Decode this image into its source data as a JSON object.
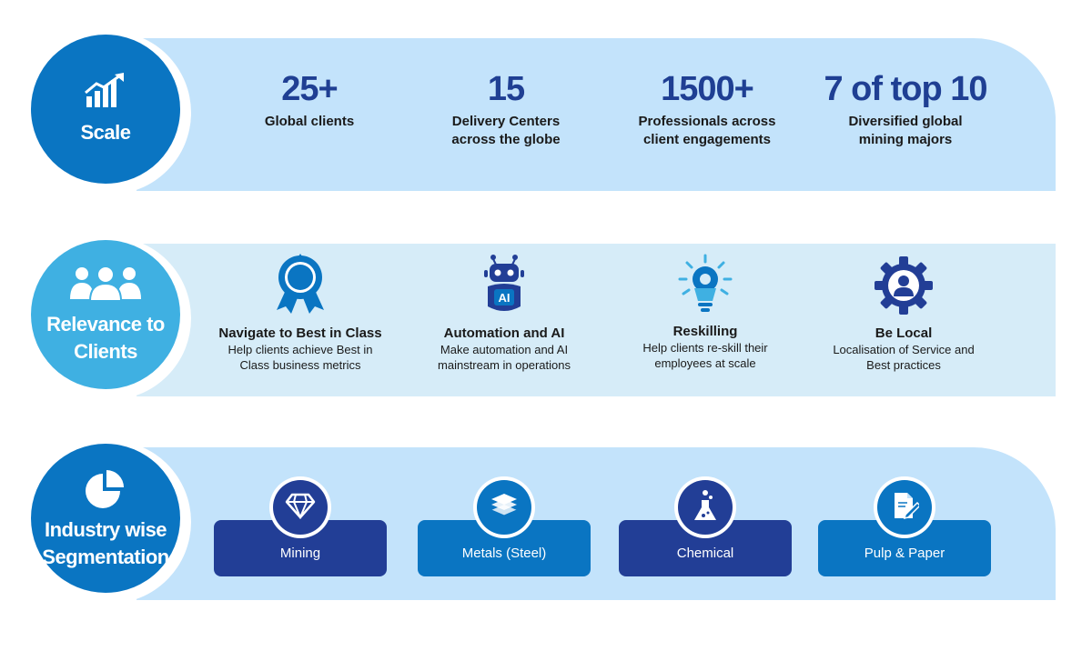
{
  "scale": {
    "title": "Scale",
    "icon": "growth-chart-icon",
    "stats": [
      {
        "value": "25+",
        "label_line1": "Global clients",
        "label_line2": ""
      },
      {
        "value": "15",
        "label_line1": "Delivery Centers",
        "label_line2": "across the globe"
      },
      {
        "value": "1500+",
        "label_line1": "Professionals across",
        "label_line2": "client engagements"
      },
      {
        "value": "7 of top 10",
        "label_line1": "Diversified global",
        "label_line2": "mining majors"
      }
    ]
  },
  "relevance": {
    "title_line1": "Relevance to",
    "title_line2": "Clients",
    "icon": "people-group-icon",
    "features": [
      {
        "icon": "award-ribbon-icon",
        "title": "Navigate to Best in Class",
        "desc_line1": "Help clients achieve Best in",
        "desc_line2": "Class business metrics"
      },
      {
        "icon": "robot-ai-icon",
        "title": "Automation and AI",
        "desc_line1": "Make automation and AI",
        "desc_line2": "mainstream in operations"
      },
      {
        "icon": "bulb-gear-icon",
        "title": "Reskilling",
        "desc_line1": "Help clients re-skill their",
        "desc_line2": "employees at scale"
      },
      {
        "icon": "person-gear-icon",
        "title": "Be Local",
        "desc_line1": "Localisation of Service and",
        "desc_line2": "Best practices"
      }
    ]
  },
  "industry": {
    "title_line1": "Industry wise",
    "title_line2": "Segmentation",
    "icon": "pie-chart-icon",
    "segments": [
      {
        "label": "Mining",
        "icon": "diamond-icon",
        "style": "dark"
      },
      {
        "label": "Metals (Steel)",
        "icon": "stacked-sheets-icon",
        "style": "light"
      },
      {
        "label": "Chemical",
        "icon": "flask-icon",
        "style": "dark"
      },
      {
        "label": "Pulp & Paper",
        "icon": "paper-pen-icon",
        "style": "light"
      }
    ]
  },
  "colors": {
    "dark_blue": "#223e96",
    "mid_blue": "#0a75c2",
    "light_blue": "#3fb0e2",
    "band_blue": "#c3e3fb",
    "band_pale": "#d6ecf8",
    "number_blue": "#1f3f93"
  }
}
